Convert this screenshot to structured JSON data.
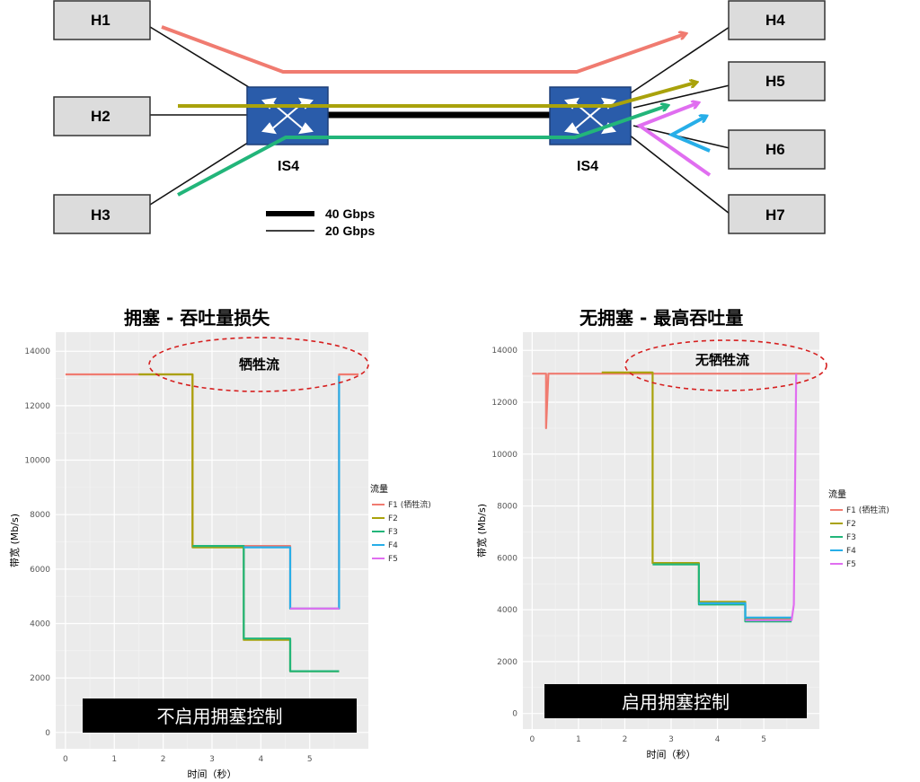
{
  "topology": {
    "hosts_left": [
      "H1",
      "H2",
      "H3"
    ],
    "hosts_right": [
      "H4",
      "H5",
      "H6",
      "H7"
    ],
    "switch_left": "IS4",
    "switch_right": "IS4",
    "link_legend": {
      "thick": "40 Gbps",
      "thin": "20 Gbps"
    },
    "colors": {
      "F1": "#f07b70",
      "F2": "#a9a20b",
      "F3": "#22b57a",
      "F4": "#27aee8",
      "F5": "#e06ef0",
      "switch": "#2a5caa"
    }
  },
  "chart_data": [
    {
      "type": "line",
      "title": "拥塞 - 吞吐量损失",
      "xlabel": "时间（秒）",
      "ylabel": "带宽 (Mb/s)",
      "xlim": [
        -0.2,
        6.2
      ],
      "ylim": [
        -600,
        14700
      ],
      "x_ticks": [
        "0",
        "1",
        "2",
        "3",
        "4",
        "5"
      ],
      "y_ticks": [
        "0",
        "2000",
        "4000",
        "6000",
        "8000",
        "10000",
        "12000",
        "14000"
      ],
      "legend_title": "流量",
      "legend": [
        "F1 (牺牲流)",
        "F2",
        "F3",
        "F4",
        "F5"
      ],
      "annotation": "牺牲流",
      "banner": "不启用拥塞控制",
      "series": [
        {
          "name": "F1 (牺牲流)",
          "points": [
            [
              0.0,
              13150
            ],
            [
              2.6,
              13150
            ],
            [
              2.6,
              6850
            ],
            [
              3.65,
              6850
            ],
            [
              3.65,
              6850
            ],
            [
              4.6,
              6850
            ],
            [
              4.6,
              4550
            ],
            [
              5.6,
              4550
            ],
            [
              5.6,
              13150
            ],
            [
              6.0,
              13150
            ]
          ]
        },
        {
          "name": "F2",
          "points": [
            [
              1.5,
              13150
            ],
            [
              2.6,
              13150
            ],
            [
              2.6,
              6800
            ],
            [
              3.65,
              6800
            ],
            [
              3.65,
              3400
            ],
            [
              4.6,
              3400
            ],
            [
              4.6,
              2250
            ],
            [
              5.6,
              2250
            ]
          ]
        },
        {
          "name": "F3",
          "points": [
            [
              2.6,
              6850
            ],
            [
              3.65,
              6850
            ],
            [
              3.65,
              3450
            ],
            [
              4.6,
              3450
            ],
            [
              4.6,
              2250
            ],
            [
              5.6,
              2250
            ]
          ]
        },
        {
          "name": "F4",
          "points": [
            [
              3.65,
              6800
            ],
            [
              4.6,
              6800
            ],
            [
              4.6,
              4550
            ],
            [
              5.6,
              4550
            ],
            [
              5.6,
              13100
            ]
          ]
        },
        {
          "name": "F5",
          "points": [
            [
              4.6,
              4550
            ],
            [
              5.6,
              4550
            ]
          ]
        }
      ]
    },
    {
      "type": "line",
      "title": "无拥塞 - 最高吞吐量",
      "xlabel": "时间（秒）",
      "ylabel": "带宽 (Mb/s)",
      "xlim": [
        -0.2,
        6.2
      ],
      "ylim": [
        -600,
        14700
      ],
      "x_ticks": [
        "0",
        "1",
        "2",
        "3",
        "4",
        "5"
      ],
      "y_ticks": [
        "0",
        "2000",
        "4000",
        "6000",
        "8000",
        "10000",
        "12000",
        "14000"
      ],
      "legend_title": "流量",
      "legend": [
        "F1 (牺牲流)",
        "F2",
        "F3",
        "F4",
        "F5"
      ],
      "annotation": "无牺牲流",
      "banner": "启用拥塞控制",
      "series": [
        {
          "name": "F1 (牺牲流)",
          "points": [
            [
              0.0,
              13100
            ],
            [
              0.3,
              13100
            ],
            [
              0.3,
              11000
            ],
            [
              0.35,
              13100
            ],
            [
              6.0,
              13100
            ]
          ]
        },
        {
          "name": "F2",
          "points": [
            [
              1.5,
              13150
            ],
            [
              2.6,
              13150
            ],
            [
              2.6,
              5800
            ],
            [
              3.6,
              5800
            ],
            [
              3.6,
              4300
            ],
            [
              4.6,
              4300
            ],
            [
              4.6,
              3650
            ],
            [
              5.6,
              3650
            ]
          ]
        },
        {
          "name": "F3",
          "points": [
            [
              2.6,
              5750
            ],
            [
              3.6,
              5750
            ],
            [
              3.6,
              4200
            ],
            [
              4.6,
              4200
            ],
            [
              4.6,
              3550
            ],
            [
              5.6,
              3550
            ]
          ]
        },
        {
          "name": "F4",
          "points": [
            [
              3.6,
              4250
            ],
            [
              4.6,
              4250
            ],
            [
              4.6,
              3700
            ],
            [
              5.6,
              3700
            ]
          ]
        },
        {
          "name": "F5",
          "points": [
            [
              4.6,
              3600
            ],
            [
              5.6,
              3600
            ],
            [
              5.65,
              4200
            ],
            [
              5.7,
              13100
            ]
          ]
        }
      ]
    }
  ]
}
